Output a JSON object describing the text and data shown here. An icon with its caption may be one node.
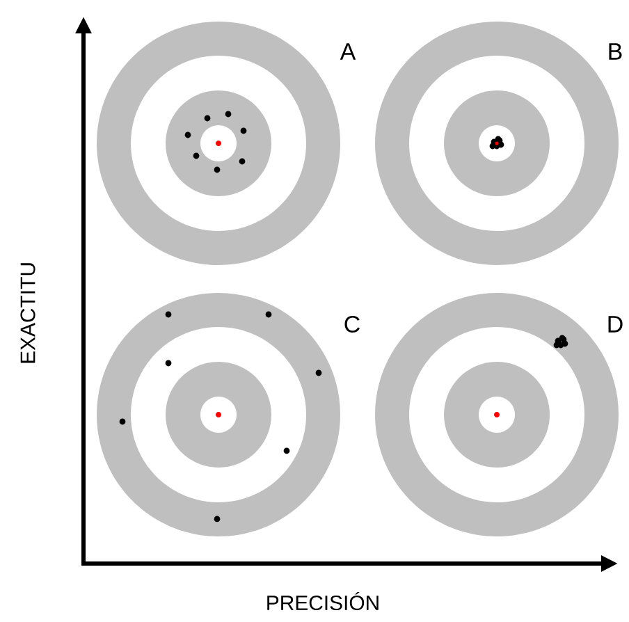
{
  "diagram": {
    "labels": [
      "A",
      "B",
      "EXACTITU",
      "C",
      "D",
      "PRECISIÓN"
    ]
  }
}
